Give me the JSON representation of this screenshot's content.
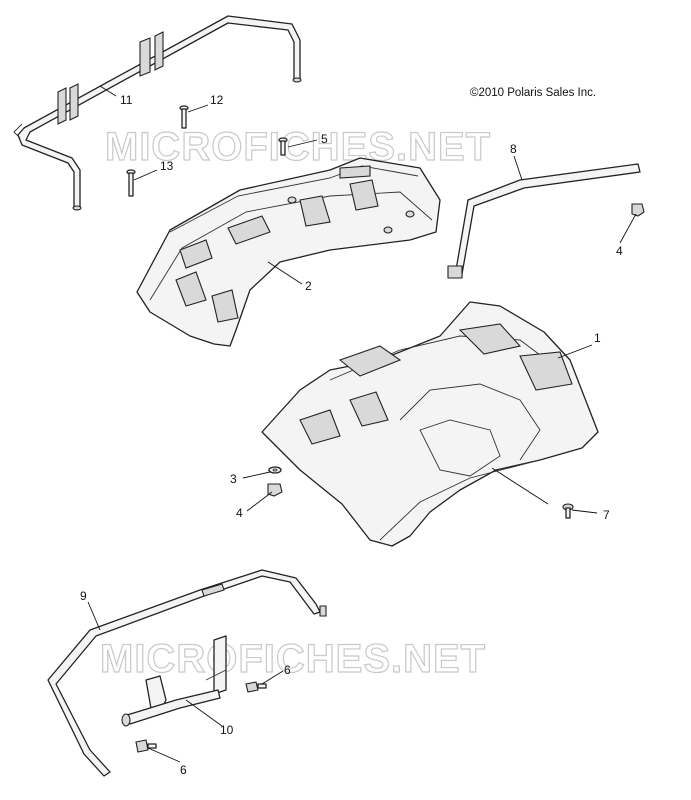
{
  "copyright": "©2010 Polaris Sales Inc.",
  "watermark": "MICROFICHES.NET",
  "callouts": {
    "c1": "1",
    "c2": "2",
    "c3": "3",
    "c4a": "4",
    "c4b": "4",
    "c5": "5",
    "c6a": "6",
    "c6b": "6",
    "c7": "7",
    "c8": "8",
    "c9": "9",
    "c10": "10",
    "c11": "11",
    "c12": "12",
    "c13": "13"
  }
}
